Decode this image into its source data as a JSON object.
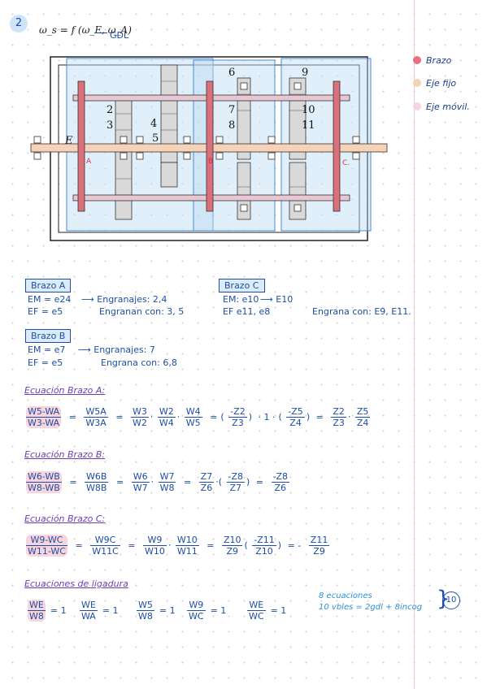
{
  "problem_number": "2",
  "formula": "ω_s = f (ω_E, ω_A)",
  "gdl_label": "GDL",
  "legend": [
    {
      "label": "Brazo",
      "color": "#e8707e"
    },
    {
      "label": "Eje fijo",
      "color": "#f6d2b8"
    },
    {
      "label": "Eje móvil.",
      "color": "#f4d4e0"
    }
  ],
  "diagram_labels": {
    "E": "E",
    "A": "A",
    "B": "B",
    "C": "C.",
    "g2": "2",
    "g3": "3",
    "g4": "4",
    "g5": "5",
    "g6": "6",
    "g7": "7",
    "g8": "8",
    "g9": "9",
    "g10": "10",
    "g11": "11"
  },
  "brazoA": {
    "title": "Brazo A",
    "em": "EM = e24",
    "engranajes": "Engranajes: 2,4",
    "ef": "EF = e5",
    "engranan": "Engranan con: 3, 5"
  },
  "brazoB": {
    "title": "Brazo B",
    "em": "EM = e7",
    "engranajes": "Engranajes: 7",
    "ef": "EF = e5",
    "engranan": "Engrana con: 6,8"
  },
  "brazoC": {
    "title": "Brazo C",
    "em": "EM: e10",
    "engranajes": "E10",
    "ef": "EF e11, e8",
    "engranan": "Engrana con: E9, E11."
  },
  "headings": {
    "eqA": "Ecuación Brazo A:",
    "eqB": "Ecuación Brazo B:",
    "eqC": "Ecuación Brazo C:",
    "lig": "Ecuaciones de ligadura"
  },
  "eqA": {
    "l_n": "W5-WA",
    "l_d": "W3-WA",
    "eq1": "=",
    "f1_n": "W5A",
    "f1_d": "W3A",
    "eq2": "=",
    "f2_n": "W3",
    "f2_d": "W2",
    "f3_n": "W2",
    "f3_d": "W4",
    "f4_n": "W4",
    "f4_d": "W5",
    "eq3": "=",
    "p1_n": "-Z2",
    "p1_d": "Z3",
    "mid": "· 1 ·",
    "p2_n": "-Z5",
    "p2_d": "Z4",
    "eq4": "=",
    "r1_n": "Z2",
    "r1_d": "Z3",
    "r2_n": "Z5",
    "r2_d": "Z4"
  },
  "eqB": {
    "l_n": "W6-WB",
    "l_d": "W8-WB",
    "eq1": "=",
    "f1_n": "W6B",
    "f1_d": "W8B",
    "eq2": "=",
    "f2_n": "W6",
    "f2_d": "W7",
    "f3_n": "W7",
    "f3_d": "W8",
    "eq3": "=",
    "p1_n": "Z7",
    "p1_d": "Z6",
    "p2_n": "-Z8",
    "p2_d": "Z7",
    "eq4": "=",
    "r_n": "-Z8",
    "r_d": "Z6"
  },
  "eqC": {
    "l_n": "W9-WC",
    "l_d": "W11-WC",
    "eq1": "=",
    "f1_n": "W9C",
    "f1_d": "W11C",
    "eq2": "=",
    "f2_n": "W9",
    "f2_d": "W10",
    "f3_n": "W10",
    "f3_d": "W11",
    "eq3": "=",
    "p1_n": "Z10",
    "p1_d": "Z9",
    "p2_n": "-Z11",
    "p2_d": "Z10",
    "eq4": "= -",
    "r_n": "Z11",
    "r_d": "Z9"
  },
  "lig": [
    {
      "n": "WE",
      "d": "W8",
      "r": "= 1"
    },
    {
      "n": "WE",
      "d": "WA",
      "r": "= 1"
    },
    {
      "n": "W5",
      "d": "W8",
      "r": "= 1"
    },
    {
      "n": "W9",
      "d": "WC",
      "r": "= 1"
    },
    {
      "n": "WE",
      "d": "WC",
      "r": "= 1"
    }
  ],
  "note": {
    "line1": "8 ecuaciones",
    "line2": "10 vbles = 2gdl + 8incog",
    "circled": "10"
  }
}
